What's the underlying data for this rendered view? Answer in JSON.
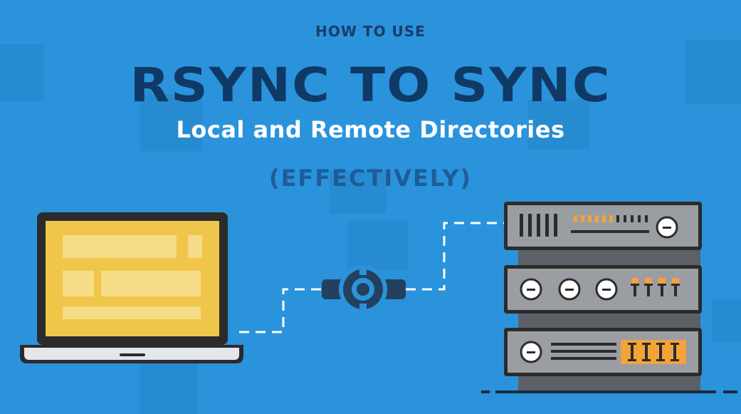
{
  "heading": {
    "kicker": "HOW TO USE",
    "main": "RSYNC TO SYNC",
    "subtitle": "Local and Remote Directories",
    "note": "(EFFECTIVELY)"
  },
  "icons": {
    "laptop": "laptop-icon",
    "connector": "sync-connector-icon",
    "server": "server-rack-icon"
  },
  "colors": {
    "background": "#2a93dc",
    "title_dark": "#0f3a66",
    "title_light": "#ffffff",
    "screen_yellow": "#f0c64a",
    "server_gray": "#8a8d92",
    "accent_orange": "#f2a33a",
    "outline": "#2b2b2b"
  }
}
